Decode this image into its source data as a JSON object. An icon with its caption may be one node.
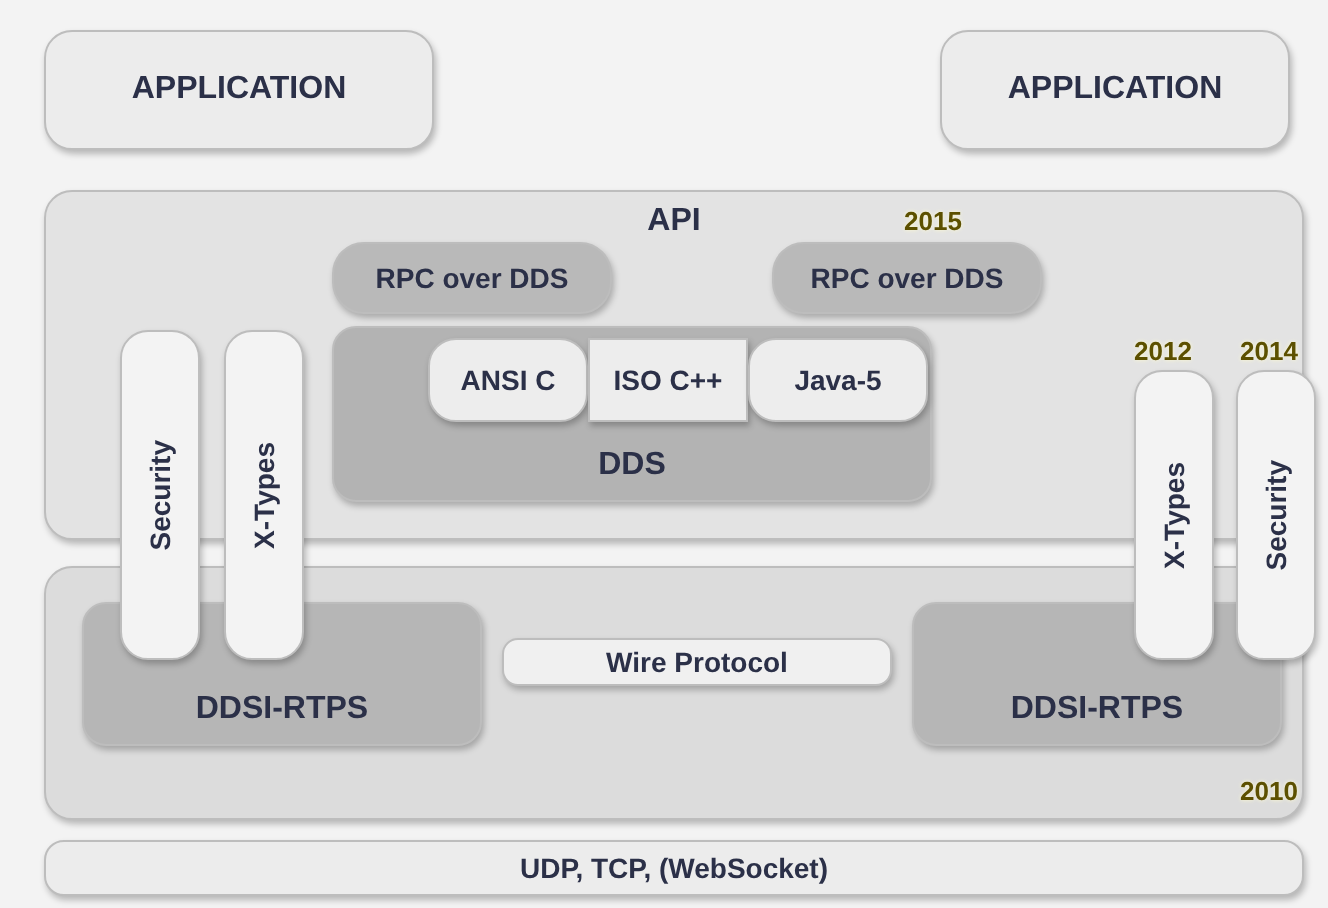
{
  "diagram": {
    "nodes": [
      {
        "text": [
          "APPLICATION"
        ]
      },
      {
        "text": [
          "APPLICATION"
        ]
      },
      {
        "text": [
          "API"
        ]
      },
      {
        "text": [
          "RPC over DDS"
        ],
        "in": 2
      },
      {
        "text": [
          "RPC over DDS"
        ],
        "in": 2,
        "beside": [
          "2015"
        ]
      },
      {
        "text": [
          "DDS"
        ],
        "in": 2
      },
      {
        "text": [
          "ANSI C"
        ],
        "in": 5
      },
      {
        "text": [
          "ISO C++"
        ],
        "in": 5
      },
      {
        "text": [
          "Java-5"
        ],
        "in": 5
      },
      {
        "text": [
          "Security"
        ]
      },
      {
        "text": [
          "X-Types"
        ]
      },
      {
        "text": [
          "X-Types"
        ],
        "beside": [
          "2012"
        ]
      },
      {
        "text": [
          "Security"
        ],
        "beside": [
          "2014"
        ]
      },
      {
        "text": [],
        "shape": "box"
      },
      {
        "text": [
          "DDSI-RTPS"
        ],
        "in": 13
      },
      {
        "text": [
          "Wire Protocol"
        ],
        "in": 13
      },
      {
        "text": [
          "DDSI-RTPS"
        ],
        "in": 13,
        "beside": [
          "2010"
        ]
      },
      {
        "text": [
          "UDP, TCP, (WebSocket)"
        ]
      }
    ],
    "edges": []
  }
}
